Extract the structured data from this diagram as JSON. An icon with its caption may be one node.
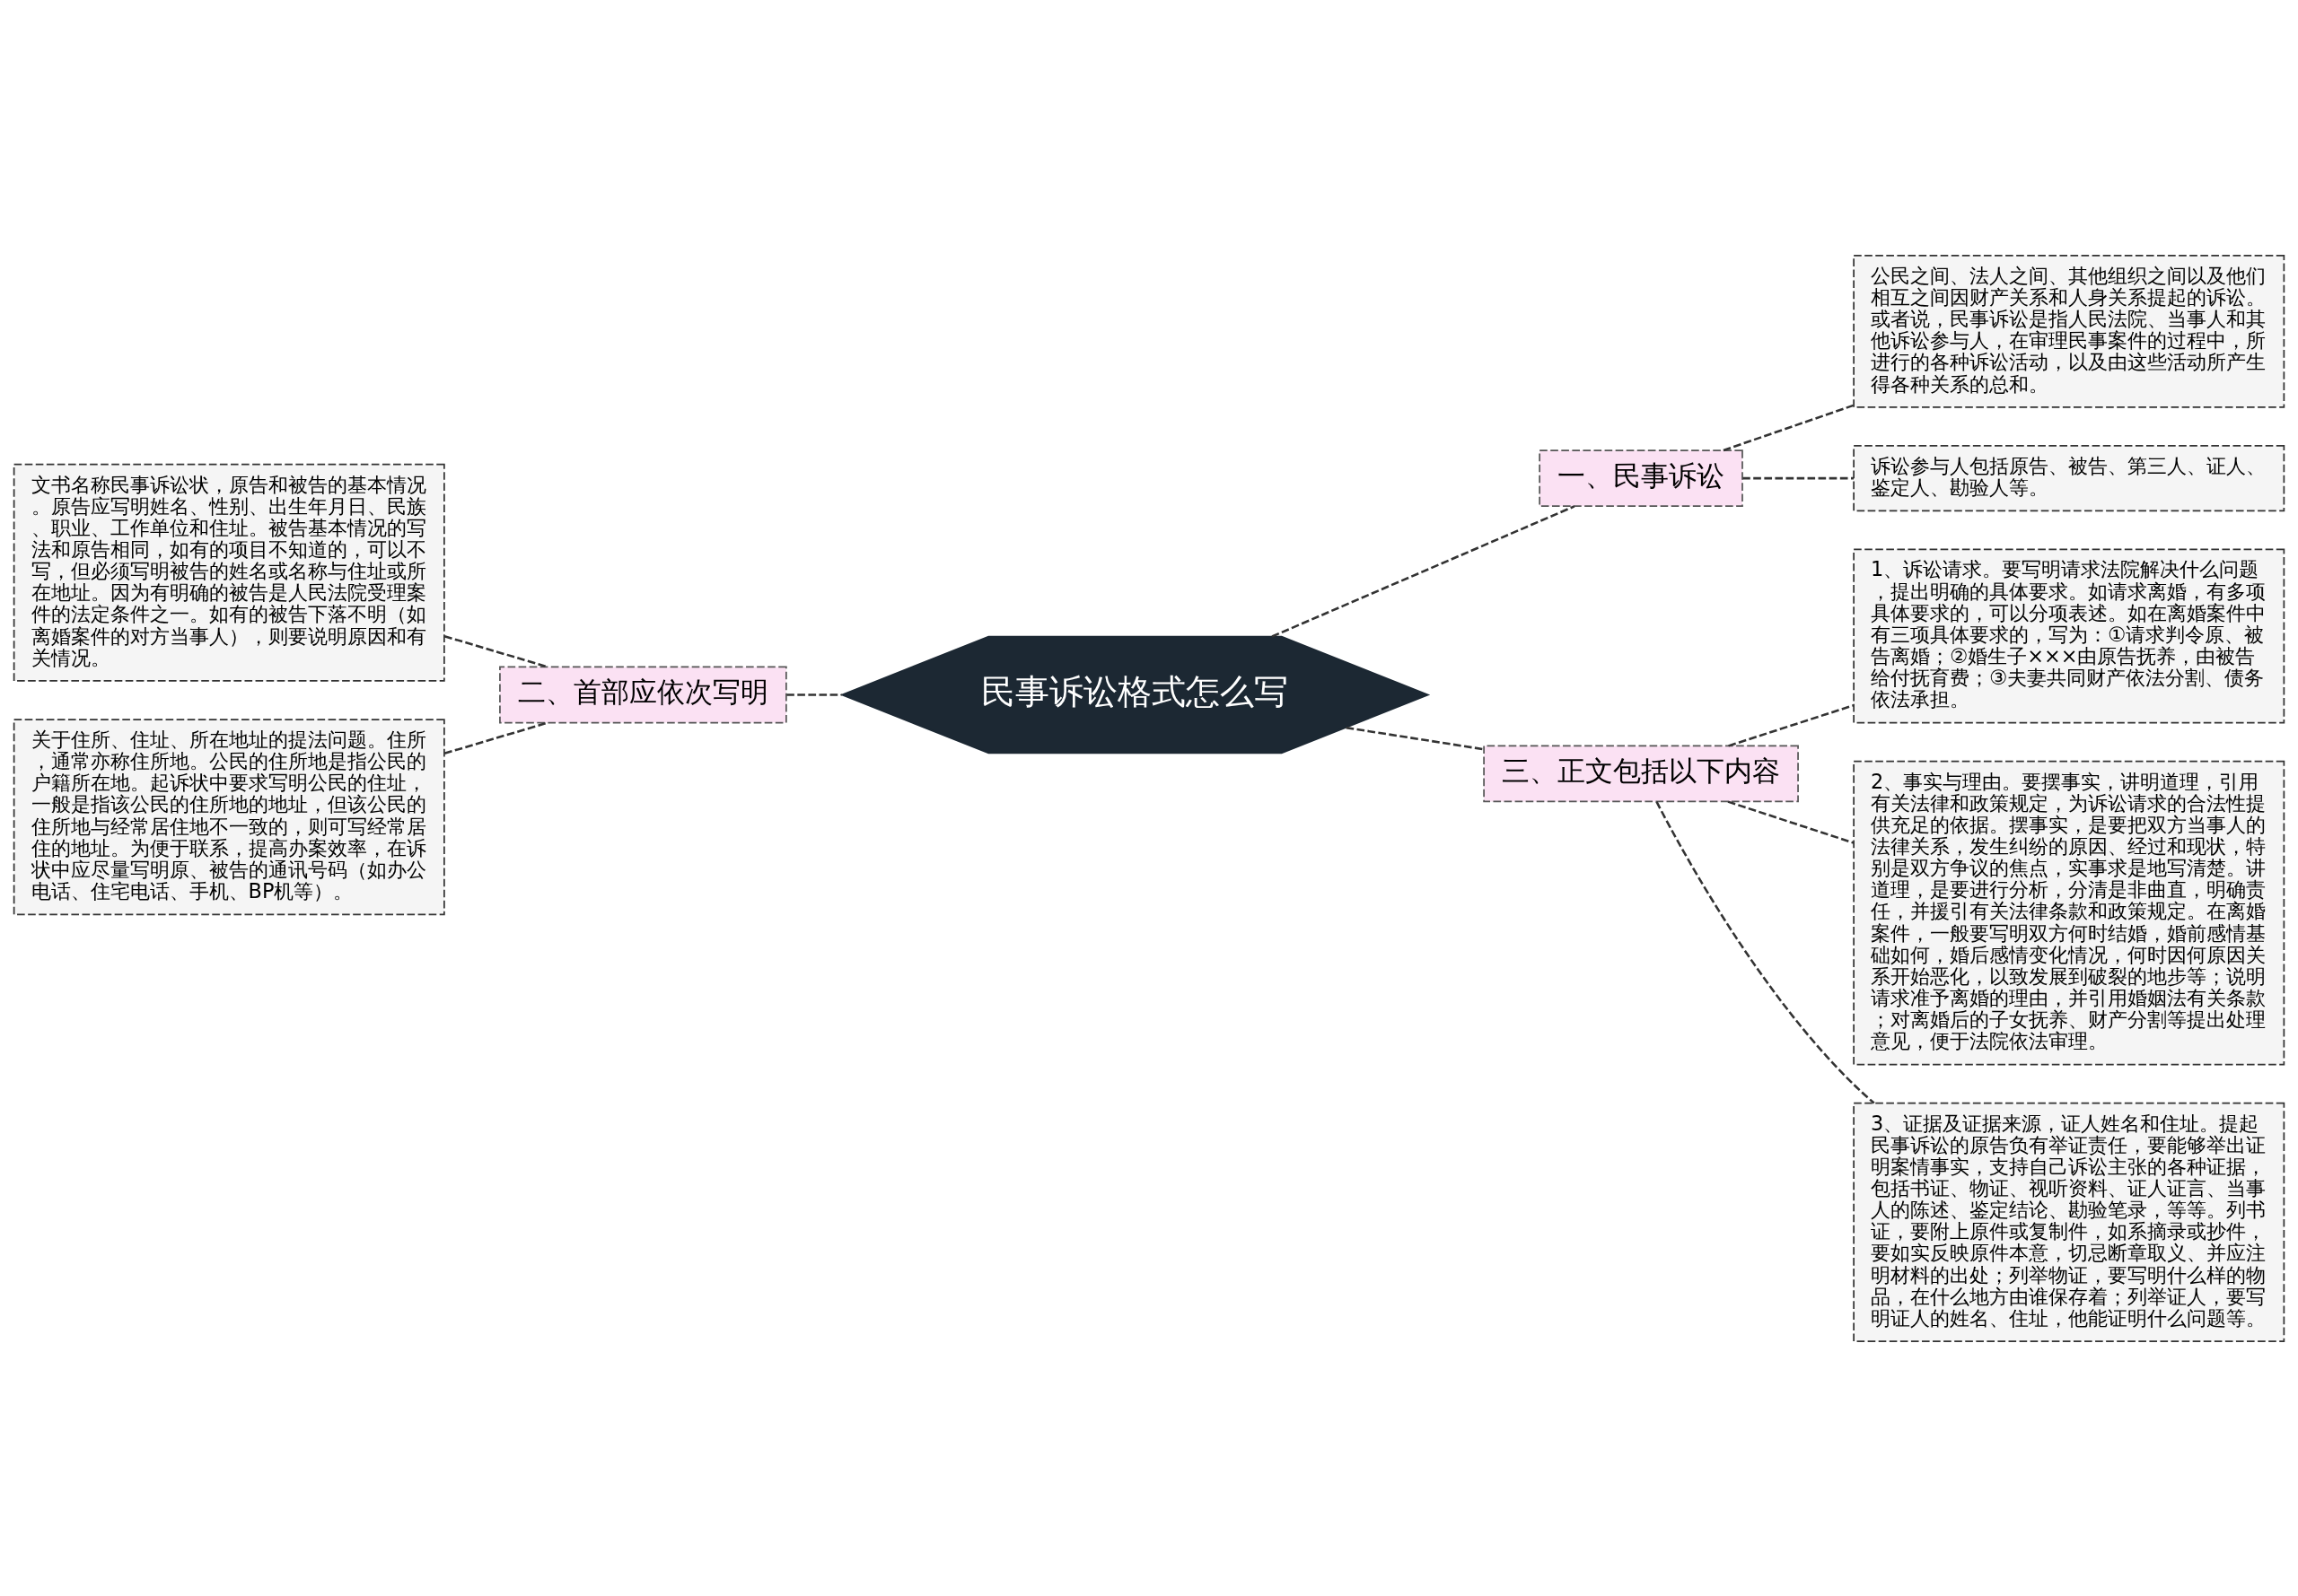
{
  "diagram": {
    "nodes": [
      {
        "text": [
          "民事诉讼格式怎么写"
        ]
      },
      {
        "text": [
          "一、民事诉讼"
        ]
      },
      {
        "text": [
          "公民之间、法人之间、其他组织之间以及他们相互之间因财产关系和人身关系提起的诉讼。或者说，民事诉讼是指人民法院、当事人和其他诉讼参与人，在审理民事案件的过程中，所进行的各种诉讼活动，以及由这些活动所产生得各种关系的总和。"
        ]
      },
      {
        "text": [
          "诉讼参与人包括原告、被告、第三人、证人、鉴定人、勘验人等。"
        ]
      },
      {
        "text": [
          "二、首部应依次写明"
        ]
      },
      {
        "text": [
          "文书名称民事诉讼状，原告和被告的基本情况。原告应写明姓名、性别、出生年月日、民族、职业、工作单位和住址。被告基本情况的写法和原告相同，如有的项目不知道的，可以不写，但必须写明被告的姓名或名称与住址或所在地址。因为有明确的被告是人民法院受理案件的法定条件之一。如有的被告下落不明（如离婚案件的对方当事人），则要说明原因和有关情况。"
        ]
      },
      {
        "text": [
          "关于住所、住址、所在地址的提法问题。住所，通常亦称住所地。公民的住所地是指公民的户籍所在地。起诉状中要求写明公民的住址，一般是指该公民的住所地的地址，但该公民的住所地与经常居住地不一致的，则可写经常居住的地址。为便于联系，提高办案效率，在诉状中应尽量写明原、被告的通讯号码（如办公电话、住宅电话、手机、BP机等）。"
        ]
      },
      {
        "text": [
          "三、正文包括以下内容"
        ]
      },
      {
        "text": [
          "1、诉讼请求。要写明请求法院解决什么问题，提出明确的具体要求。如请求离婚，有多项具体要求的，可以分项表述。如在离婚案件中有三项具体要求的，写为：①请求判令原、被告离婚；②婚生子×××由原告抚养，由被告给付抚育费；③夫妻共同财产依法分割、债务依法承担。"
        ]
      },
      {
        "text": [
          "2、事实与理由。要摆事实，讲明道理，引用有关法律和政策规定，为诉讼请求的合法性提供充足的依据。摆事实，是要把双方当事人的法律关系，发生纠纷的原因、经过和现状，特别是双方争议的焦点，实事求是地写清楚。讲道理，是要进行分析，分清是非曲直，明确责任，并援引有关法律条款和政策规定。在离婚案件，一般要写明双方何时结婚，婚前感情基础如何，婚后感情变化情况，何时因何原因关系开始恶化，以致发展到破裂的地步等；说明请求准予离婚的理由，并引用婚姻法有关条款；对离婚后的子女抚养、财产分割等提出处理意见，便于法院依法审理。"
        ]
      },
      {
        "text": [
          "3、证据及证据来源，证人姓名和住址。提起民事诉讼的原告负有举证责任，要能够举出证明案情事实，支持自己诉讼主张的各种证据，包括书证、物证、视听资料、证人证言、当事人的陈述、鉴定结论、勘验笔录，等等。列书证，要附上原件或复制件，如系摘录或抄件，要如实反映原件本意，切忌断章取义、并应注明材料的出处；列举物证，要写明什么样的物品，在什么地方由谁保存着；列举证人，要写明证人的姓名、住址，他能证明什么问题等。"
        ]
      }
    ],
    "edges": [
      {
        "from": 0,
        "to": 1,
        "arrow": "none"
      },
      {
        "from": 1,
        "to": 2,
        "arrow": "none"
      },
      {
        "from": 1,
        "to": 3,
        "arrow": "none"
      },
      {
        "from": 0,
        "to": 4,
        "arrow": "none"
      },
      {
        "from": 4,
        "to": 5,
        "arrow": "none"
      },
      {
        "from": 4,
        "to": 6,
        "arrow": "none"
      },
      {
        "from": 0,
        "to": 7,
        "arrow": "none"
      },
      {
        "from": 7,
        "to": 8,
        "arrow": "none"
      },
      {
        "from": 7,
        "to": 9,
        "arrow": "none"
      },
      {
        "from": 7,
        "to": 10,
        "arrow": "none"
      }
    ]
  }
}
